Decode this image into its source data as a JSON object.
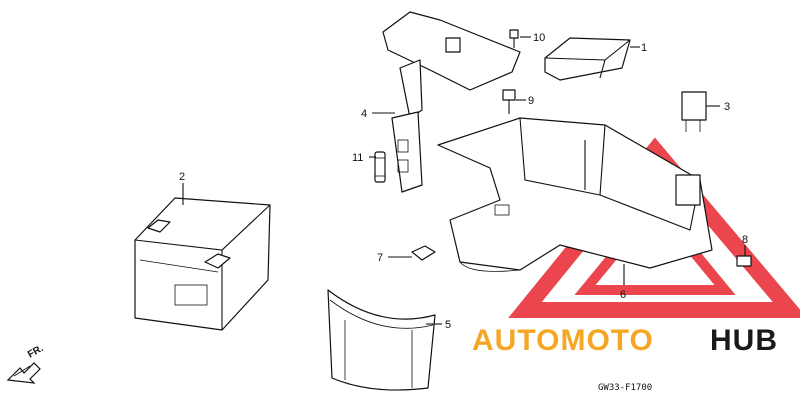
{
  "diagram": {
    "part_numbers": [
      "1",
      "2",
      "3",
      "4",
      "5",
      "6",
      "7",
      "8",
      "9",
      "10",
      "11"
    ],
    "direction_label": "FR.",
    "drawing_code": "GW33-F1700",
    "watermark": {
      "part1": "AUTOMOTO",
      "part2": "HUB",
      "color_primary": "#f5a623",
      "color_secondary": "#1a1a1a",
      "logo_color": "#e8262e"
    }
  }
}
